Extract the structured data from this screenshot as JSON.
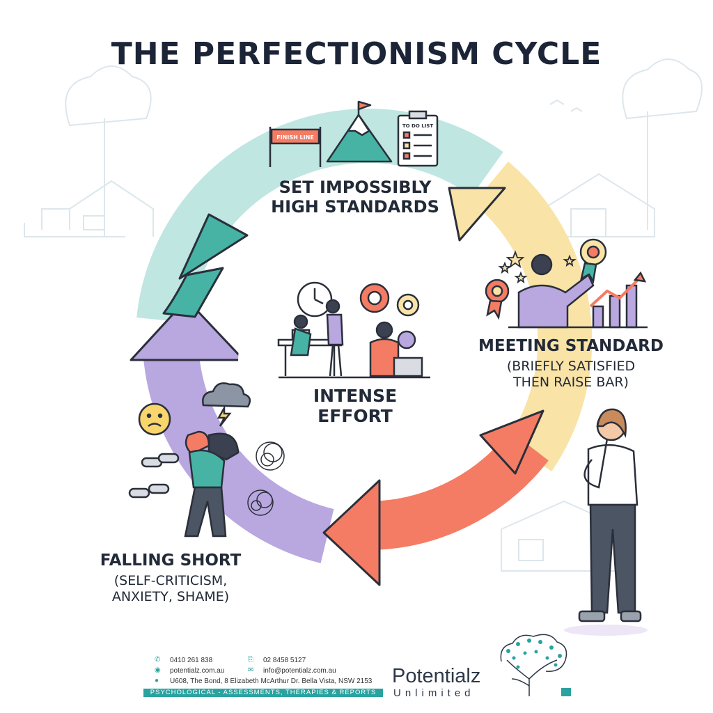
{
  "title": "THE PERFECTIONISM CYCLE",
  "stages": {
    "set": {
      "label_line1": "SET IMPOSSIBLY",
      "label_line2": "HIGH STANDARDS"
    },
    "effort": {
      "label_line1": "INTENSE",
      "label_line2": "EFFORT"
    },
    "meeting": {
      "label": "MEETING STANDARD",
      "detail_line1": "(BRIEFLY SATISFIED",
      "detail_line2": "THEN RAISE BAR)"
    },
    "falling": {
      "label": "FALLING SHORT",
      "detail_line1": "(SELF-CRITICISM,",
      "detail_line2": "ANXIETY, SHAME)"
    }
  },
  "illustration_text": {
    "finish_line": "FINISH LINE",
    "todo_list": "TO DO LIST"
  },
  "colors": {
    "teal": "#bfe6e1",
    "teal_dark": "#47b3a5",
    "yellow": "#f9e3a6",
    "coral": "#f47c64",
    "purple": "#b9a7e0",
    "brand_teal": "#2aa3a0"
  },
  "footer": {
    "phone": "0410  261 838",
    "fax": "02 8458 5127",
    "website": "potentialz.com.au",
    "email": "info@potentialz.com.au",
    "address": "U608, The Bond, 8 Elizabeth McArthur Dr. Bella Vista, NSW 2153",
    "tagline": "PSYCHOLOGICAL - ASSESSMENTS, THERAPIES & REPORTS",
    "brand_name": "Potentialz",
    "brand_sub": "Unlimited",
    "icons": {
      "phone": "phone-icon",
      "fax": "fax-icon",
      "web": "globe-icon",
      "email": "mail-icon",
      "address": "location-pin-icon"
    }
  }
}
